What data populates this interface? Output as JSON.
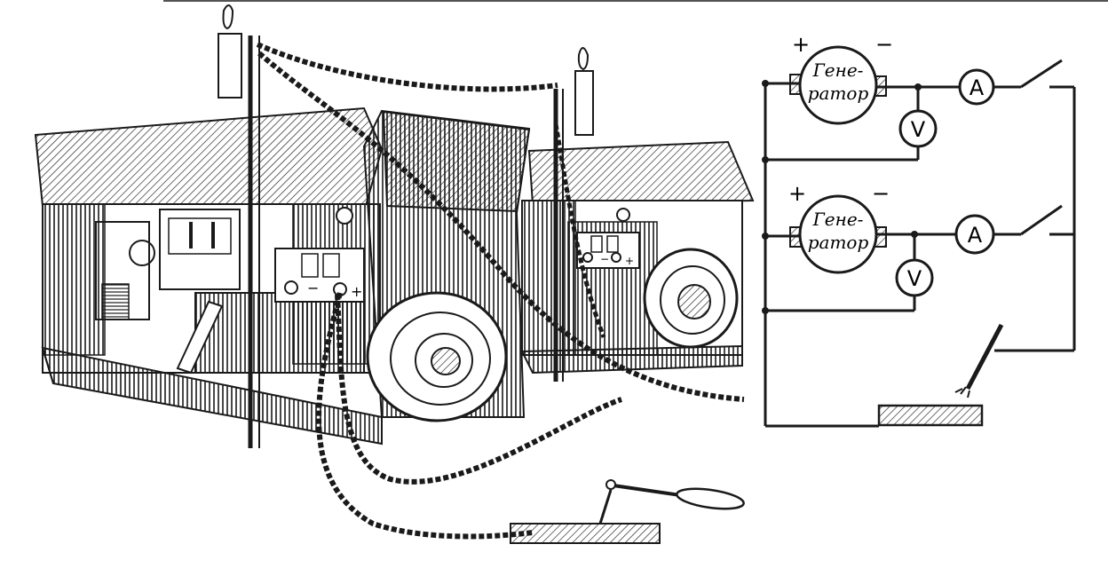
{
  "schematic": {
    "generators": [
      {
        "label_line1": "Гене-",
        "label_line2": "ратор",
        "plus": "+",
        "minus": "−"
      },
      {
        "label_line1": "Гене-",
        "label_line2": "ратор",
        "plus": "+",
        "minus": "−"
      }
    ],
    "meters": [
      {
        "symbol": "A"
      },
      {
        "symbol": "V"
      },
      {
        "symbol": "A"
      },
      {
        "symbol": "V"
      }
    ]
  },
  "machines": {
    "left_panel_minus": "−",
    "left_panel_plus": "+",
    "right_panel_minus": "−",
    "right_panel_plus": "+"
  },
  "colors": {
    "ink": "#1a1a1a",
    "paper": "#ffffff"
  }
}
